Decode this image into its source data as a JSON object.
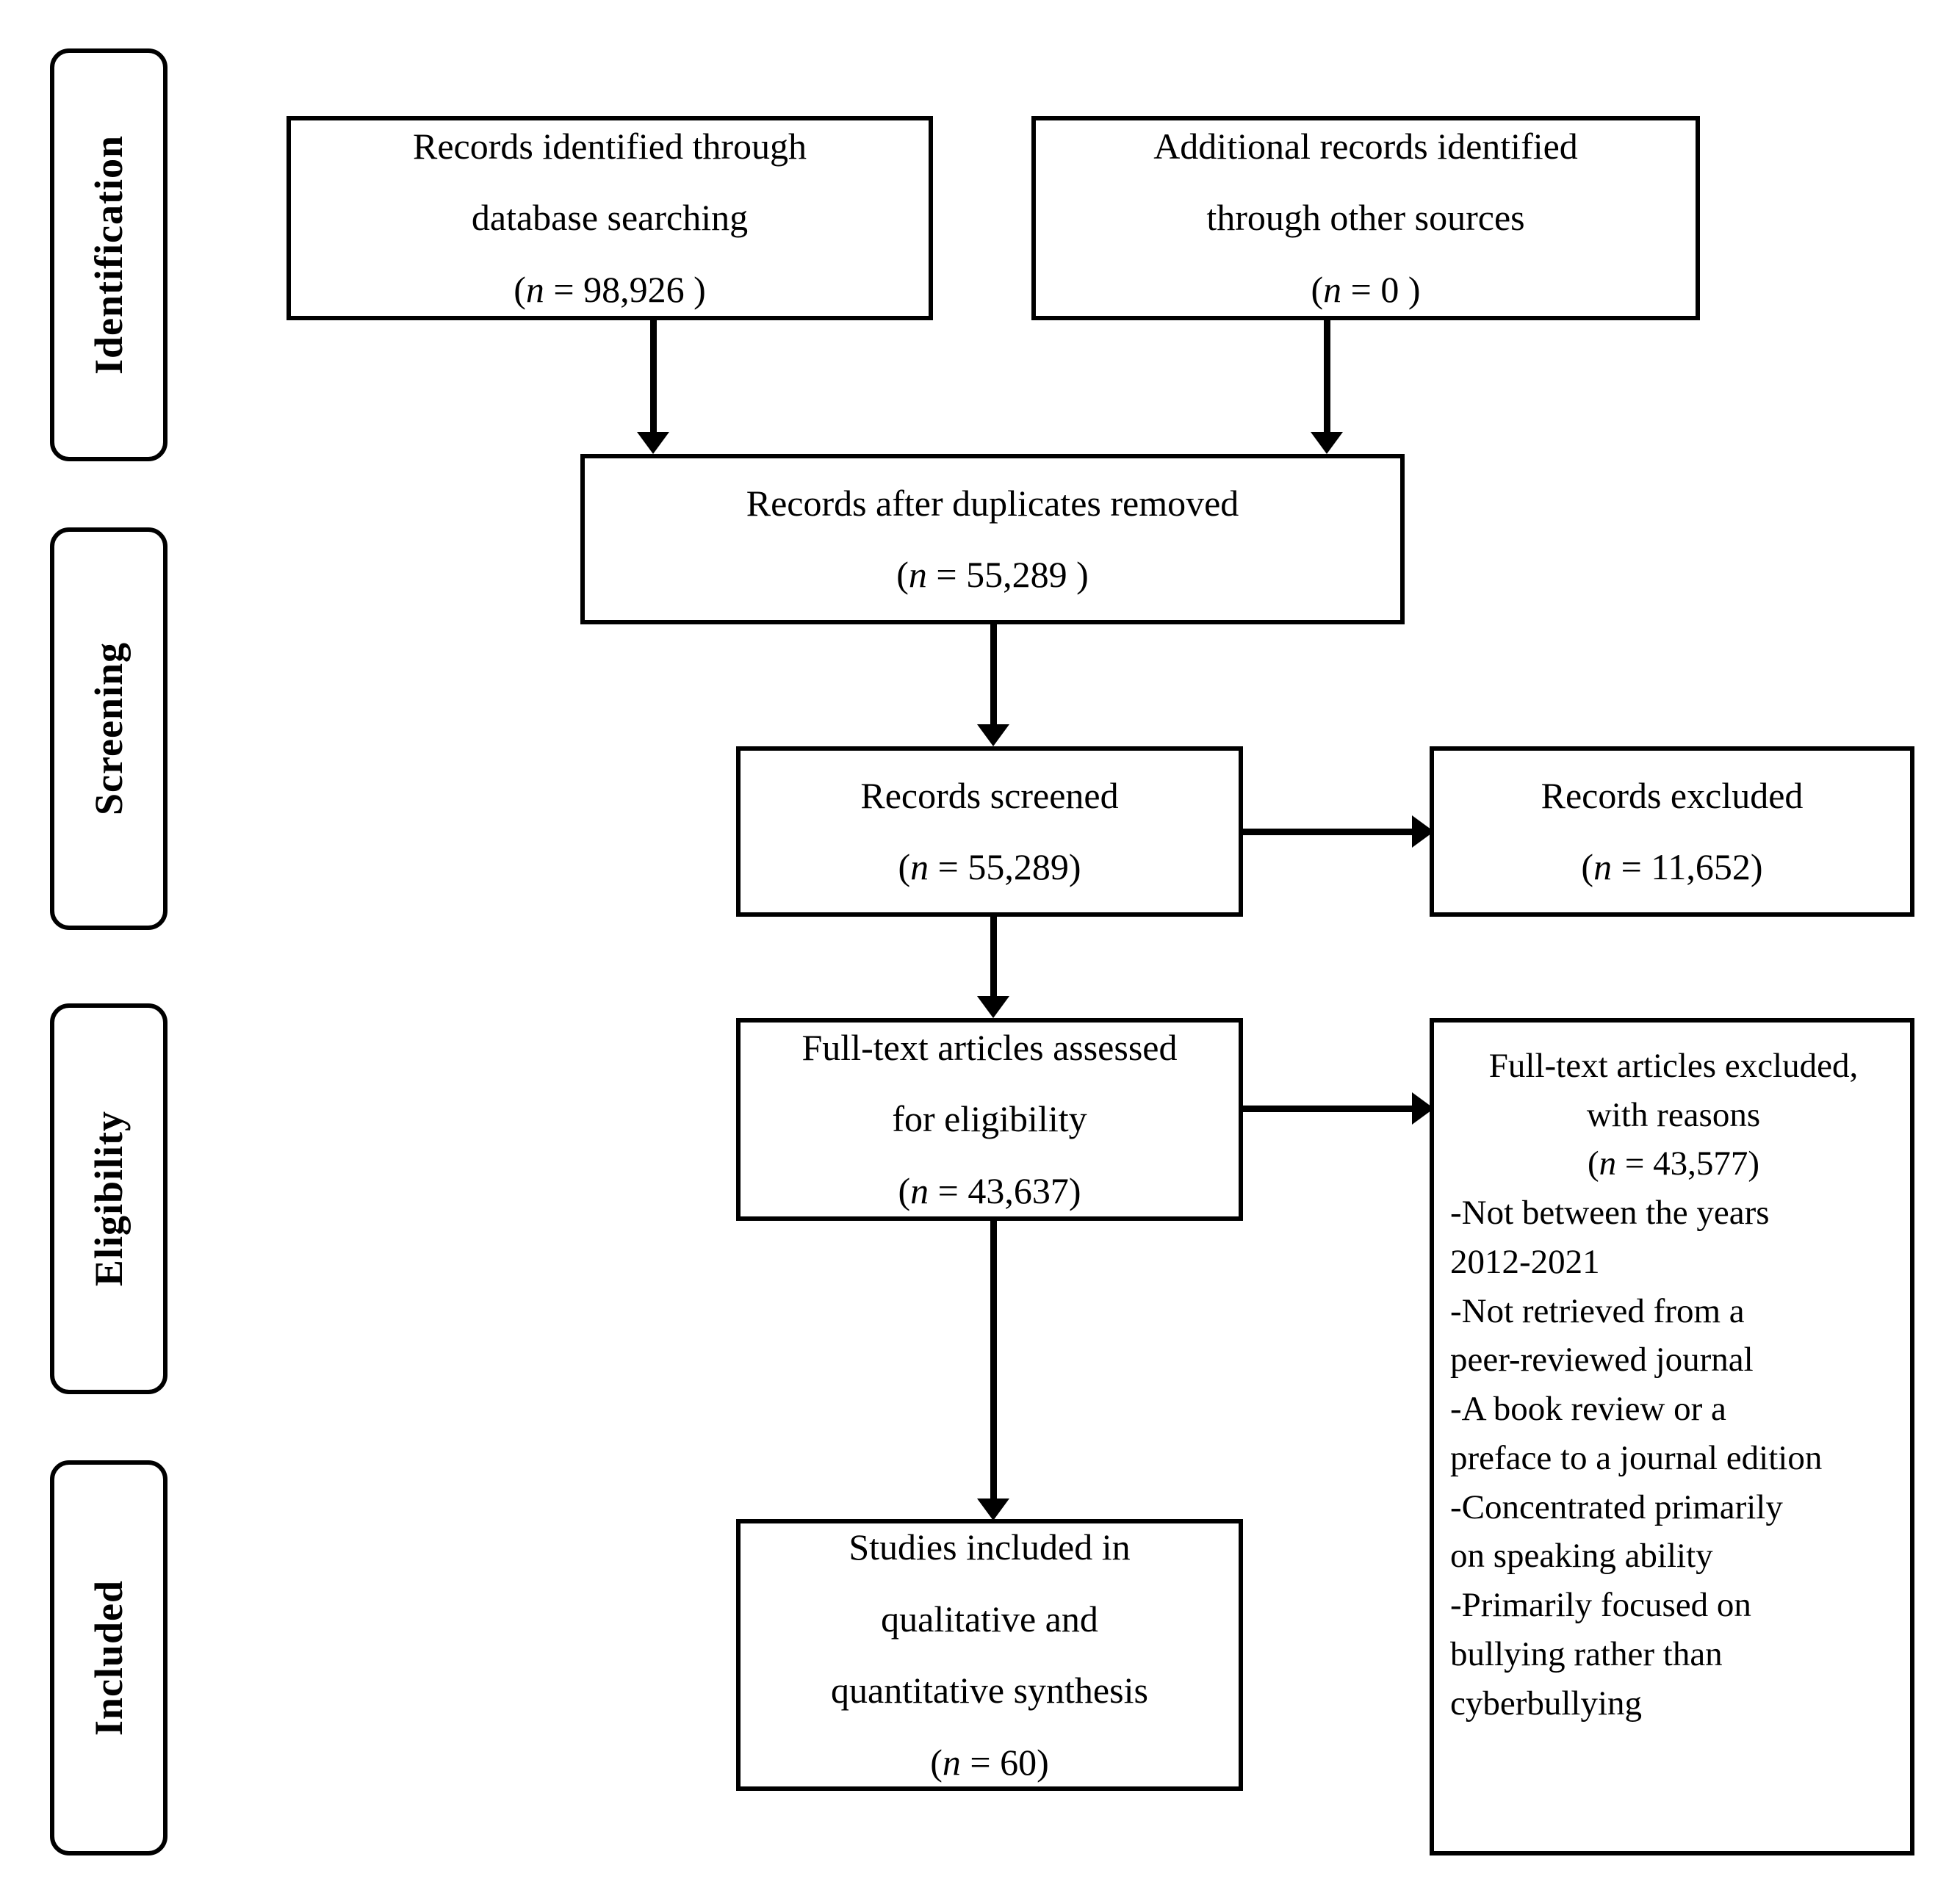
{
  "diagram": {
    "title": "PRISMA study selection flow diagram",
    "accent_color": "#000000",
    "background_color": "#ffffff"
  },
  "stages": [
    {
      "key": "identification",
      "label": "Identification"
    },
    {
      "key": "screening",
      "label": "Screening"
    },
    {
      "key": "eligibility",
      "label": "Eligibility"
    },
    {
      "key": "included",
      "label": "Included"
    }
  ],
  "nodes": {
    "db_search": {
      "lines": [
        "Records identified through",
        "database searching",
        "(n = 98,926 )"
      ]
    },
    "other_sources": {
      "lines": [
        "Additional records identified",
        "through other sources",
        "(n = 0 )"
      ]
    },
    "after_dupes": {
      "lines": [
        "Records after duplicates removed",
        "(n = 55,289 )"
      ]
    },
    "screened": {
      "lines": [
        "Records screened",
        "(n = 55,289)"
      ]
    },
    "records_excluded": {
      "lines": [
        "Records excluded",
        "(n = 11,652)"
      ]
    },
    "fulltext_assessed": {
      "lines": [
        "Full-text articles assessed",
        "for eligibility",
        "(n = 43,637)"
      ]
    },
    "fulltext_excluded": {
      "header": [
        "Full-text articles excluded,",
        "with reasons",
        "(n = 43,577)"
      ],
      "reasons": [
        "-Not between the years",
        "2012-2021",
        "-Not retrieved from a",
        "peer-reviewed journal",
        "-A book review or a",
        "preface to a journal edition",
        "-Concentrated primarily",
        "on speaking ability",
        "-Primarily focused on",
        "bullying rather than",
        "cyberbullying"
      ]
    },
    "included_studies": {
      "lines": [
        "Studies included in",
        "qualitative and",
        "quantitative synthesis",
        "(n = 60)"
      ]
    }
  }
}
